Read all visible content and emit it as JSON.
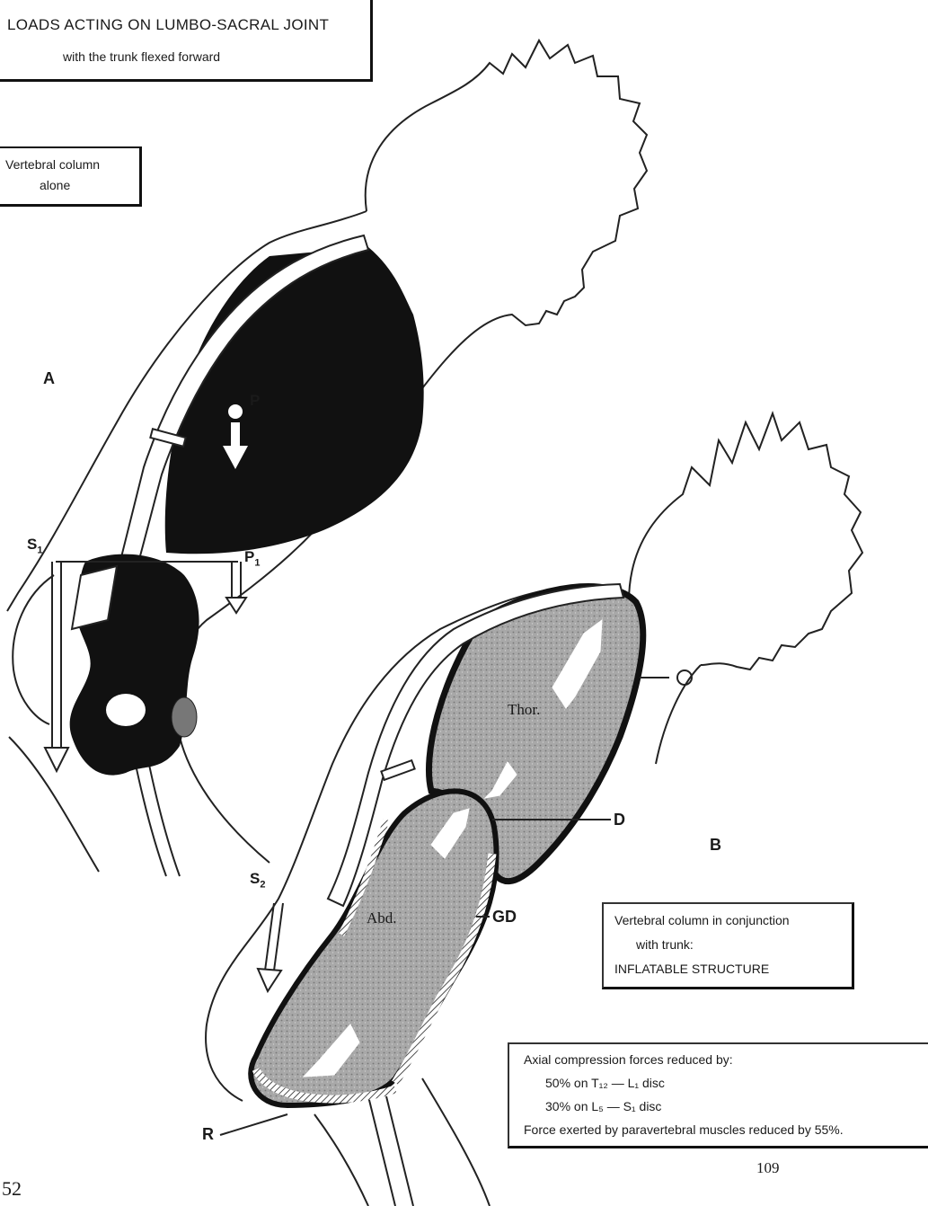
{
  "header": {
    "title": "LOADS ACTING ON LUMBO-SACRAL JOINT",
    "subtitle": "with the trunk flexed forward"
  },
  "figure_a": {
    "caption_line1": "Vertebral column",
    "caption_line2": "alone",
    "label": "A",
    "load_label": "P",
    "force_s": "S",
    "force_s_sub": "1",
    "force_p": "P",
    "force_p_sub": "1"
  },
  "figure_b": {
    "label": "B",
    "thorax_label": "Thor.",
    "abdomen_label": "Abd.",
    "o_label": "O",
    "d_label": "D",
    "gd_label": "GD",
    "r_label": "R",
    "force_s": "S",
    "force_s_sub": "2",
    "caption_line1": "Vertebral column in conjunction",
    "caption_line2": "with trunk:",
    "caption_line3": "INFLATABLE STRUCTURE"
  },
  "summary": {
    "line1": "Axial compression forces reduced by:",
    "line2": "50% on T₁₂ — L₁ disc",
    "line3": "30% on L₅ — S₁ disc",
    "line4": "Force exerted by paravertebral muscles reduced by 55%."
  },
  "page_numbers": {
    "left": "52",
    "right": "109"
  }
}
